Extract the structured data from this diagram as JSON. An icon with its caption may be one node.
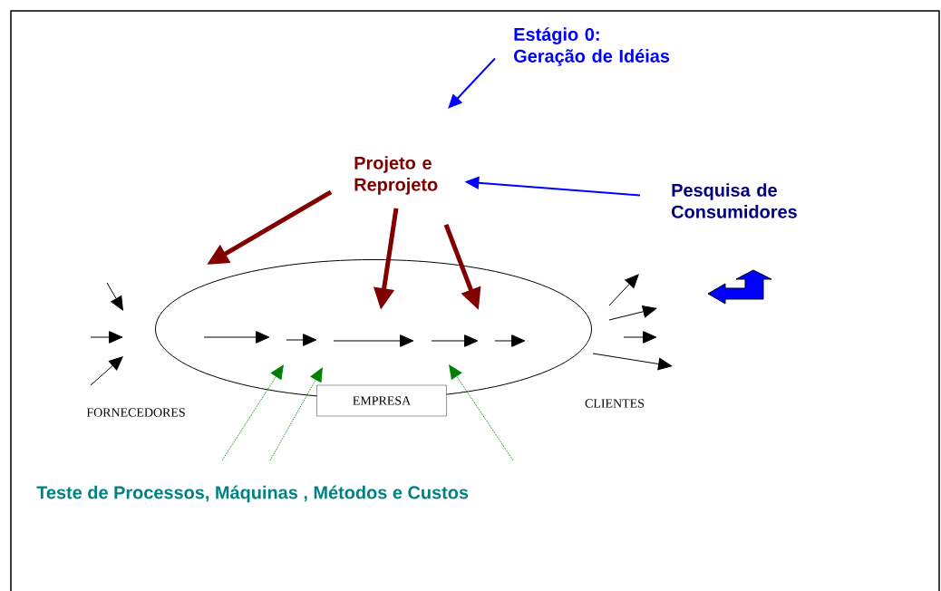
{
  "diagram": {
    "nodes": [
      {
        "text": [
          "Estágio 0:",
          "Geração de Idéias"
        ]
      },
      {
        "text": [
          "Projeto e Reprojeto"
        ]
      },
      {
        "text": [
          "Pesquisa de Consumidores"
        ]
      },
      {
        "text": [],
        "shape": "ellipse"
      },
      {
        "text": [
          "EMPRESA"
        ]
      },
      {
        "text": [
          "Teste de Processos, Máquinas , Métodos e Custos"
        ]
      }
    ],
    "edges": [
      {
        "from": 0,
        "to": null,
        "arrow": "to",
        "color": "#0000ff"
      },
      {
        "from": 2,
        "to": 1,
        "arrow": "to",
        "color": "#0000ff"
      },
      {
        "from": 1,
        "to": 3,
        "arrow": "to",
        "style": "thick",
        "color": "#800000"
      },
      {
        "from": 1,
        "to": 3,
        "arrow": "to",
        "style": "thick",
        "color": "#800000"
      },
      {
        "from": 1,
        "to": 3,
        "arrow": "to",
        "style": "thick",
        "color": "#800000"
      },
      {
        "from": 5,
        "to": 3,
        "arrow": "to",
        "style": "dashed",
        "color": "#008000"
      },
      {
        "from": 5,
        "to": 3,
        "arrow": "to",
        "style": "dashed",
        "color": "#008000"
      },
      {
        "from": 5,
        "to": 3,
        "arrow": "to",
        "style": "dashed",
        "color": "#008000"
      }
    ],
    "labels": [
      "FORNECEDORES",
      "CLIENTES"
    ]
  }
}
